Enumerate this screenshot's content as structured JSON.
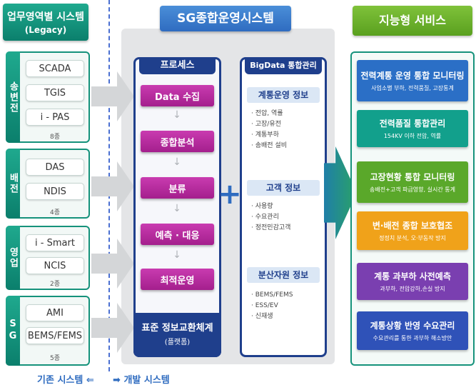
{
  "legacy": {
    "title": "업무영역별 시스템",
    "subtitle": "(Legacy)",
    "groups": [
      {
        "label": "송변전",
        "systems": [
          "SCADA",
          "TGIS",
          "i - PAS"
        ],
        "count": "8종"
      },
      {
        "label": "배전",
        "systems": [
          "DAS",
          "NDIS"
        ],
        "count": "4종"
      },
      {
        "label": "영업",
        "systems": [
          "i - Smart",
          "NCIS"
        ],
        "count": "2종"
      },
      {
        "label": "SG",
        "systems": [
          "AMI",
          "BEMS/FEMS"
        ],
        "count": "5종"
      }
    ]
  },
  "center": {
    "title": "SG종합운영시스템",
    "process": {
      "title": "프로세스",
      "steps": [
        "Data 수집",
        "종합분석",
        "분류",
        "예측 · 대응",
        "최적운영"
      ],
      "standard_title": "표준 정보교환체계",
      "standard_sub": "(플랫폼)"
    },
    "bigdata": {
      "title": "BigData 통합관리",
      "categories": [
        {
          "title": "계통운영 정보",
          "items": [
            "전압, 역률",
            "고장/유전",
            "계통부하",
            "송배전 설비"
          ]
        },
        {
          "title": "고객 정보",
          "items": [
            "사용량",
            "수요관리",
            "정전민감고객"
          ]
        },
        {
          "title": "분산자원 정보",
          "items": [
            "BEMS/FEMS",
            "ESS/EV",
            "신재생"
          ]
        }
      ]
    }
  },
  "services": {
    "title": "지능형 서비스",
    "items": [
      {
        "main": "전력계통 운영 통합 모니터링",
        "desc": "사업소별 부하, 전력품질, 고장통계",
        "color": "#2b6fc6"
      },
      {
        "main": "전력품질 통합관리",
        "desc": "154KV 이하 전압, 역률",
        "color": "#12a08c"
      },
      {
        "main": "고장현황 통합 모니터링",
        "desc": "송배전+고객 파급영향, 실시간 통계",
        "color": "#5aa82a"
      },
      {
        "main": "변·배전 종합 보호협조",
        "desc": "정정치 분석, 오·부동작 방지",
        "color": "#f0a21a"
      },
      {
        "main": "계통 과부하 사전예측",
        "desc": "과부하, 전압강하,손실 방지",
        "color": "#7a3fb0"
      },
      {
        "main": "계통상황 반영 수요관리",
        "desc": "수요관리를 통한 과부하 해소방안",
        "color": "#2f52b8"
      }
    ]
  },
  "footer": {
    "left": "기존 시스템",
    "right": "개발 시스템"
  },
  "colors": {
    "green_header": "#0b7f6c",
    "blue_header": "#2f6cc0",
    "navy": "#1f3f8c",
    "magenta": "#a41f8d",
    "service_header": "#5aa01f"
  },
  "icons": {
    "plus": "plus-icon",
    "arrow_left": "arrow-left-icon",
    "arrow_right": "arrow-right-icon",
    "arrow_down": "arrow-down-icon"
  }
}
